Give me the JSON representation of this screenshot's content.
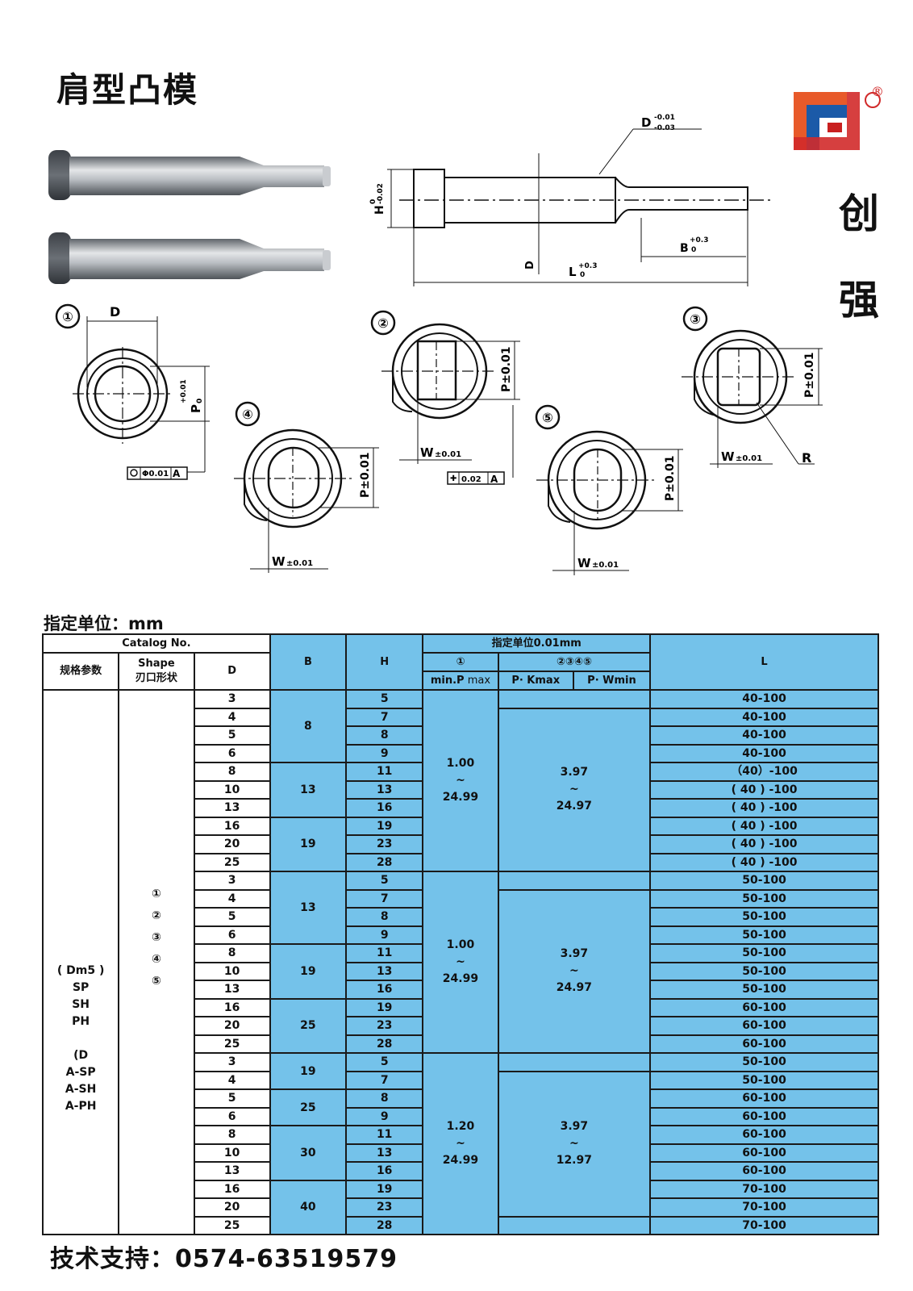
{
  "title": "肩型凸模",
  "brand": {
    "char1": "创",
    "char2": "强",
    "registered": "®"
  },
  "drawing": {
    "dim_D_top": "D",
    "dim_D_top_upper": "-0.01",
    "dim_D_top_lower": "-0.03",
    "dim_H": "H",
    "dim_H_tol_upper": "0",
    "dim_H_tol_lower": "-0.02",
    "dim_D_mid": "D",
    "dim_B": "B",
    "dim_B_tol_upper": "+0.3",
    "dim_B_tol_lower": "0",
    "dim_L": "L",
    "dim_L_tol_upper": "+0.3",
    "dim_L_tol_lower": "0"
  },
  "views": {
    "v1": {
      "num": "①",
      "D": "D",
      "P": "P",
      "P_tol_upper": "+0.01",
      "P_tol_lower": "0",
      "gdt_value": "Φ0.01",
      "gdt_datum": "A"
    },
    "v2": {
      "num": "②",
      "P": "P±0.01",
      "W": "W",
      "W_tol": "±0.01",
      "gdt_value": "0.02",
      "gdt_datum": "A"
    },
    "v3": {
      "num": "③",
      "P": "P±0.01",
      "W": "W",
      "W_tol": "±0.01",
      "R": "R"
    },
    "v4": {
      "num": "④",
      "P": "P±0.01",
      "W": "W",
      "W_tol": "±0.01"
    },
    "v5": {
      "num": "⑤",
      "P": "P±0.01",
      "W": "W",
      "W_tol": "±0.01"
    }
  },
  "unit_label": "指定单位：mm",
  "table": {
    "catalog_no": "Catalog No.",
    "spec_param": "规格参数",
    "shape_en": "Shape",
    "shape_cn": "刃口形状",
    "col_D": "D",
    "col_B": "B",
    "col_H": "H",
    "col_unit": "指定单位0.01mm",
    "col_circ1": "①",
    "col_circ2345": "②③④⑤",
    "col_minP": "min.P",
    "col_minP_suffix": "max",
    "col_PK": "P· Kmax",
    "col_PW": "P· Wmin",
    "col_L": "L",
    "spec_lines": [
      "( Dm5 )",
      "SP",
      "SH",
      "PH",
      "",
      "(D",
      "A-SP",
      "A-SH",
      "A-PH"
    ],
    "shape_lines": [
      "①",
      "②",
      "③",
      "④",
      "⑤"
    ],
    "D": [
      "3",
      "4",
      "5",
      "6",
      "8",
      "10",
      "13",
      "16",
      "20",
      "25",
      "3",
      "4",
      "5",
      "6",
      "8",
      "10",
      "13",
      "16",
      "20",
      "25",
      "3",
      "4",
      "5",
      "6",
      "8",
      "10",
      "13",
      "16",
      "20",
      "25"
    ],
    "H": [
      "5",
      "7",
      "8",
      "9",
      "11",
      "13",
      "16",
      "19",
      "23",
      "28",
      "5",
      "7",
      "8",
      "9",
      "11",
      "13",
      "16",
      "19",
      "23",
      "28",
      "5",
      "7",
      "8",
      "9",
      "11",
      "13",
      "16",
      "19",
      "23",
      "28"
    ],
    "L": [
      "40-100",
      "40-100",
      "40-100",
      "40-100",
      "（40）-100",
      "( 40 ) -100",
      "( 40 ) -100",
      "( 40 ) -100",
      "( 40 ) -100",
      "( 40 ) -100",
      "50-100",
      "50-100",
      "50-100",
      "50-100",
      "50-100",
      "50-100",
      "50-100",
      "60-100",
      "60-100",
      "60-100",
      "50-100",
      "50-100",
      "60-100",
      "60-100",
      "60-100",
      "60-100",
      "60-100",
      "70-100",
      "70-100",
      "70-100"
    ],
    "B_groups": [
      "8",
      "13",
      "19",
      "13",
      "19",
      "25",
      "19",
      "25",
      "30",
      "40"
    ],
    "minP": [
      {
        "from": "1.00",
        "sep": "~",
        "to": "24.99"
      },
      {
        "from": "1.00",
        "sep": "~",
        "to": "24.99"
      },
      {
        "from": "1.20",
        "sep": "~",
        "to": "24.99"
      }
    ],
    "PKW": [
      {
        "from": "3.97",
        "sep": "~",
        "to": "24.97"
      },
      {
        "from": "3.97",
        "sep": "~",
        "to": "24.97"
      },
      {
        "from": "3.97",
        "sep": "~",
        "to": "12.97"
      }
    ]
  },
  "footer": {
    "tech_support": "技术支持：0574-63519579"
  }
}
